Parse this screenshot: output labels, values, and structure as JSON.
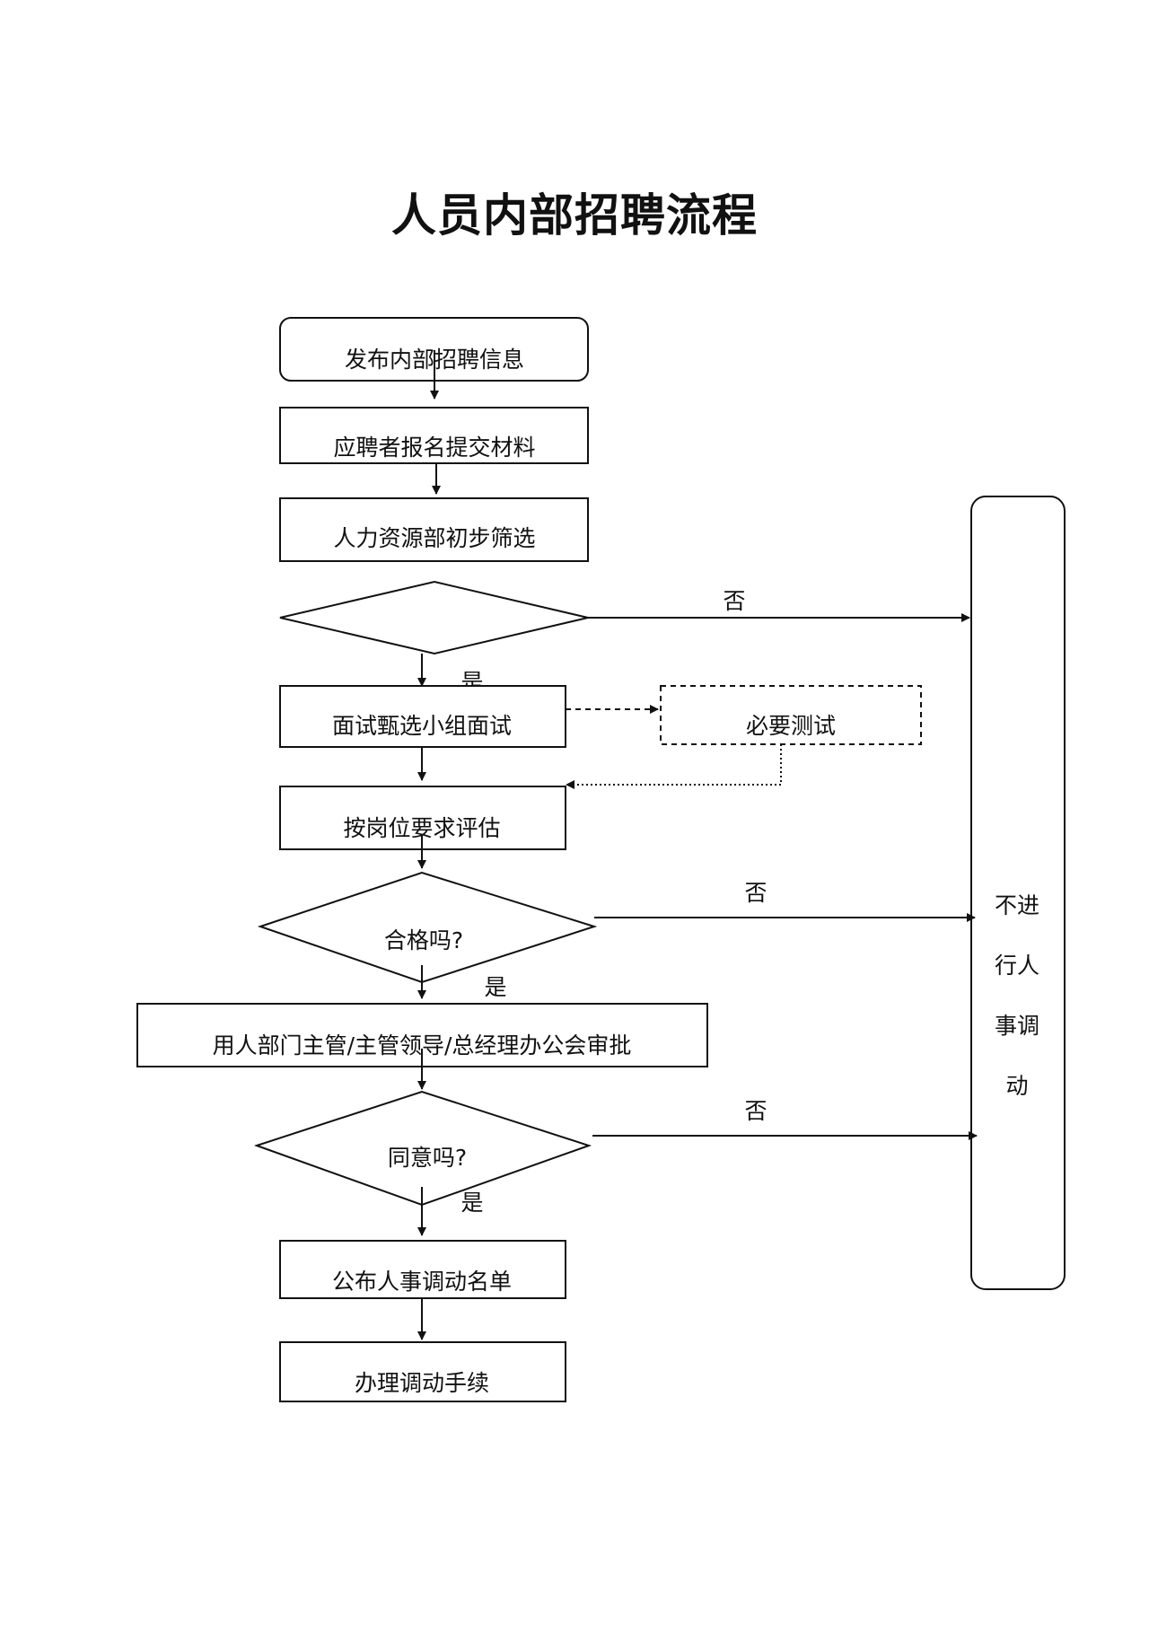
{
  "title": "人员内部招聘流程",
  "nodes": {
    "publish": "发布内部招聘信息",
    "apply": "应聘者报名提交材料",
    "screen": "人力资源部初步筛选",
    "interview": "面试甄选小组面试",
    "test": "必要测试",
    "evaluate": "按岗位要求评估",
    "qualified": "合格吗?",
    "approval": "用人部门主管/主管领导/总经理办公会审批",
    "agree": "同意吗?",
    "announce": "公布人事调动名单",
    "procedure": "办理调动手续"
  },
  "side": {
    "lines": [
      "不进",
      "行人",
      "事调",
      "动"
    ]
  },
  "edge_labels": {
    "no": "否",
    "yes": "是"
  }
}
